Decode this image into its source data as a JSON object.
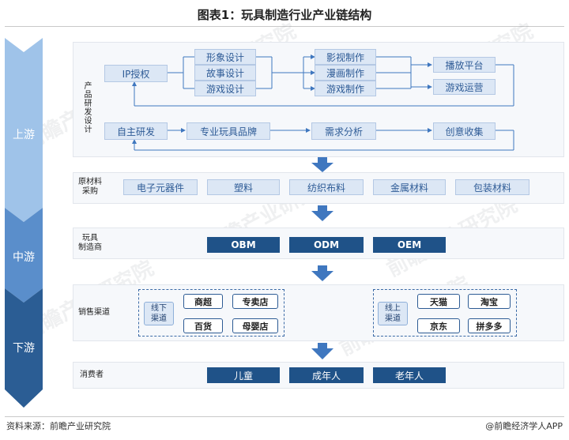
{
  "title": "图表1：玩具制造行业产业链结构",
  "stages": {
    "upstream": "上游",
    "midstream": "中游",
    "downstream": "下游"
  },
  "sections": {
    "design": "产品研发设计",
    "materials": "原材料\n采购",
    "manufacturer": "玩具\n制造商",
    "sales": "销售渠道",
    "consumers": "消费者"
  },
  "design_flow": {
    "ip": "IP授权",
    "designs": [
      "形象设计",
      "故事设计",
      "游戏设计"
    ],
    "productions": [
      "影视制作",
      "漫画制作",
      "游戏制作"
    ],
    "platforms": [
      "播放平台",
      "游戏运营"
    ],
    "second_row": [
      "自主研发",
      "专业玩具品牌",
      "需求分析",
      "创意收集"
    ]
  },
  "materials": [
    "电子元器件",
    "塑料",
    "纺织布料",
    "金属材料",
    "包装材料"
  ],
  "manufacturers": [
    "OBM",
    "ODM",
    "OEM"
  ],
  "sales": {
    "offline_label": "线下\n渠道",
    "offline": [
      "商超",
      "专卖店",
      "百货",
      "母婴店"
    ],
    "online_label": "线上\n渠道",
    "online": [
      "天猫",
      "淘宝",
      "京东",
      "拼多多"
    ]
  },
  "consumers": [
    "儿童",
    "成年人",
    "老年人"
  ],
  "footer": {
    "source": "资料来源：前瞻产业研究院",
    "brand": "@前瞻经济学人APP"
  },
  "watermark": "前瞻产业研究院",
  "colors": {
    "upstream": "#9fc3e9",
    "midstream": "#5a8ecb",
    "downstream": "#2b5d94",
    "dark_box": "#1f5288",
    "light_box": "#dce7f5",
    "arrow": "#3f77bf"
  }
}
